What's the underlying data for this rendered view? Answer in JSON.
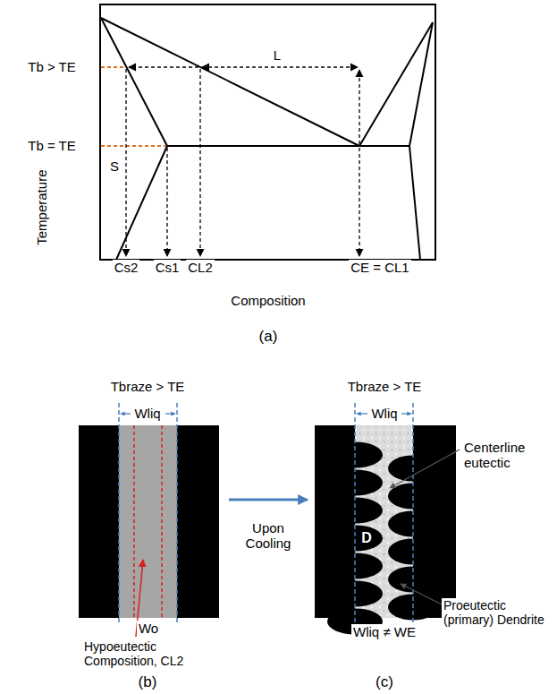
{
  "diagram": {
    "labels": [
      "Tb > TE",
      "Tb = TE",
      "Temperature",
      "L",
      "S",
      "Cs2",
      "Cs1",
      "CL2",
      "CE = CL1",
      "Composition",
      "(a)",
      "Tbraze > TE",
      "Wliq",
      "Wo",
      "Hypoeutectic Composition, CL2",
      "Upon Cooling",
      "Tbraze > TE",
      "Wliq",
      "Centerline eutectic",
      "D",
      "Wliq ≠ WE",
      "Proeutectic (primary) Dendrite",
      "(b)",
      "(c)"
    ]
  }
}
